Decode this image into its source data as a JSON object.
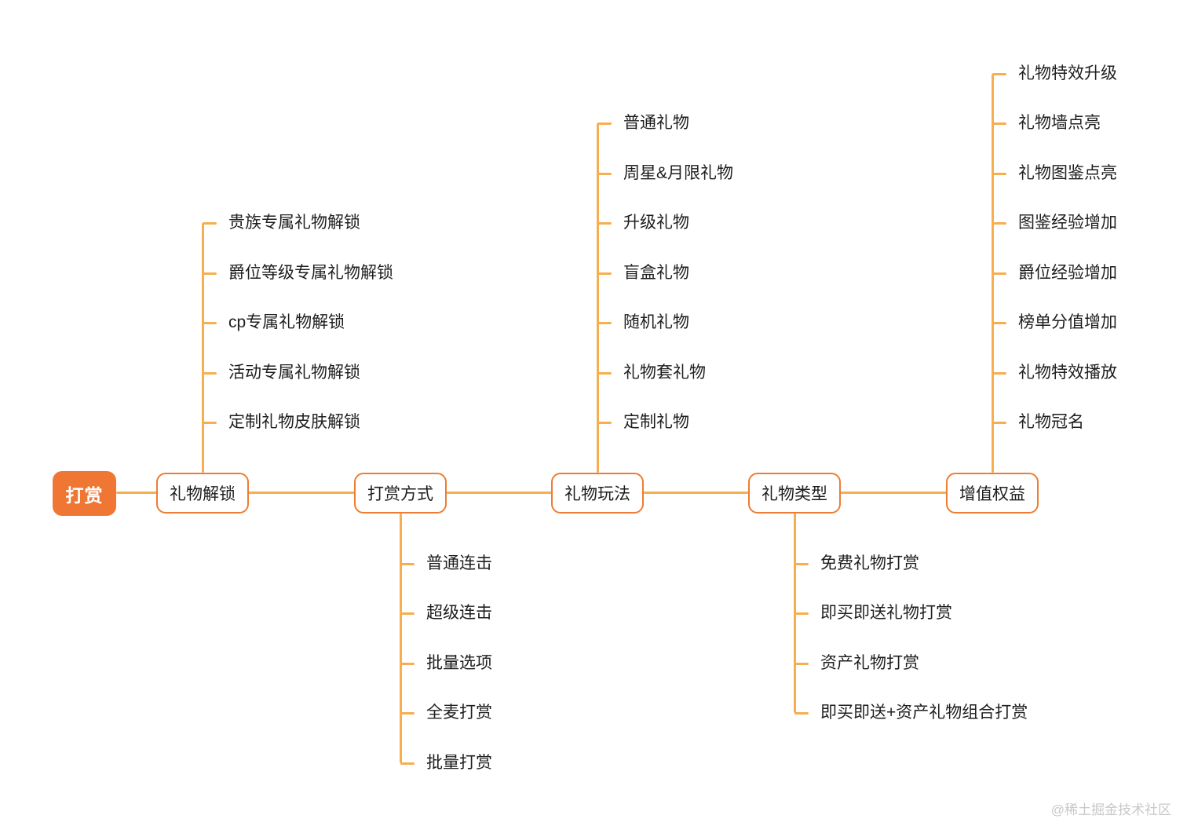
{
  "root": {
    "label": "打赏"
  },
  "branches": [
    {
      "label": "礼物解锁",
      "children": [
        "贵族专属礼物解锁",
        "爵位等级专属礼物解锁",
        "cp专属礼物解锁",
        "活动专属礼物解锁",
        "定制礼物皮肤解锁"
      ]
    },
    {
      "label": "打赏方式",
      "children": [
        "普通连击",
        "超级连击",
        "批量选项",
        "全麦打赏",
        "批量打赏"
      ]
    },
    {
      "label": "礼物玩法",
      "children": [
        "普通礼物",
        "周星&月限礼物",
        "升级礼物",
        "盲盒礼物",
        "随机礼物",
        "礼物套礼物",
        "定制礼物"
      ]
    },
    {
      "label": "礼物类型",
      "children": [
        "免费礼物打赏",
        "即买即送礼物打赏",
        "资产礼物打赏",
        "即买即送+资产礼物组合打赏"
      ]
    },
    {
      "label": "增值权益",
      "children": [
        "礼物特效升级",
        "礼物墙点亮",
        "礼物图鉴点亮",
        "图鉴经验增加",
        "爵位经验增加",
        "榜单分值增加",
        "礼物特效播放",
        "礼物冠名"
      ]
    }
  ],
  "watermark": "@稀土掘金技术社区",
  "colors": {
    "root_bg": "#EF7733",
    "node_border": "#EE7C33",
    "line": "#F7AE4F",
    "text": "#1E1E1E",
    "watermark": "#C8C8C8"
  }
}
